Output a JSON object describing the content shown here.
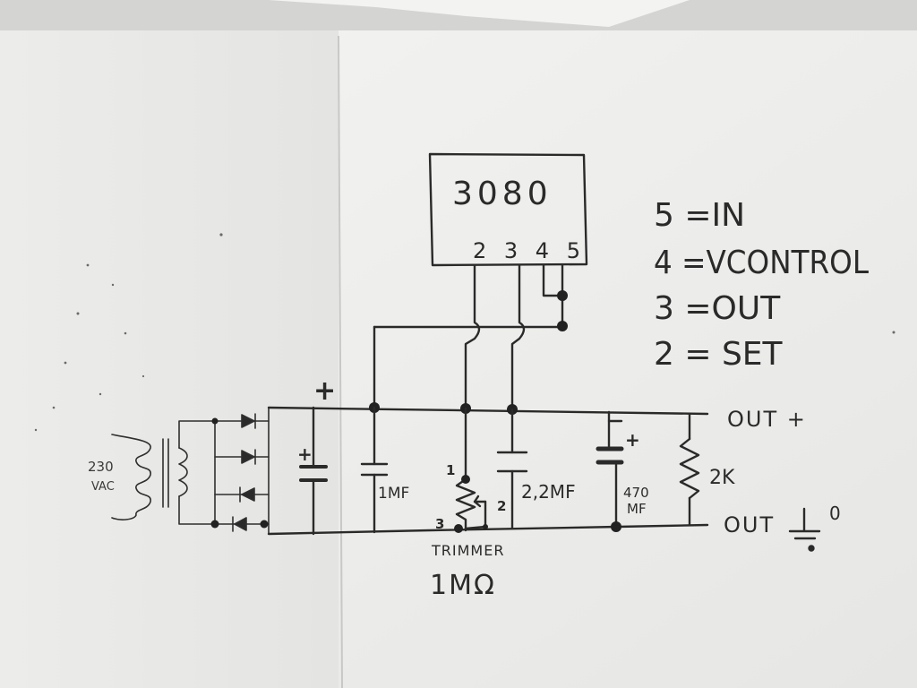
{
  "ic": {
    "name": "3080",
    "pins": "2 3 4 5"
  },
  "legend": {
    "pin5": "5 =IN",
    "pin4": "4 =VCONTROL",
    "pin3": "3 =OUT",
    "pin2": "2 = SET"
  },
  "labels": {
    "out_plus": "OUT +",
    "out_zero": "OUT",
    "ground_zero": "0",
    "plus_top": "+",
    "plus_cap": "+",
    "mains_1": "230",
    "mains_2": "VAC",
    "cap_1": "1MF",
    "trimmer_pin1": "1",
    "trimmer_pin2": "2",
    "trimmer_pin3": "3",
    "trimmer": "TRIMMER",
    "trimmer_value": "1MΩ",
    "cap_2": "2,2MF",
    "cap_3a": "470",
    "cap_3b": "MF",
    "resistor": "2K"
  },
  "colors": {
    "paper": "#f1f1ef",
    "ink": "#2a2a2a",
    "background": "#d9d9d7"
  }
}
